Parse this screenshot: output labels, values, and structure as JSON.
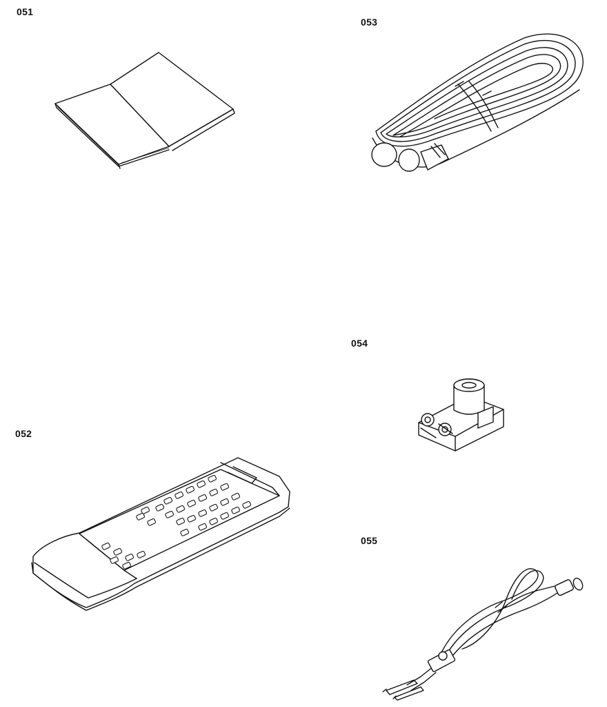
{
  "parts": [
    {
      "id": "051",
      "label": "051",
      "icon": "booklet-icon"
    },
    {
      "id": "052",
      "label": "052",
      "icon": "remote-control-icon"
    },
    {
      "id": "053",
      "label": "053",
      "icon": "speaker-cable-coil-icon"
    },
    {
      "id": "054",
      "label": "054",
      "icon": "antenna-adapter-icon"
    },
    {
      "id": "055",
      "label": "055",
      "icon": "fm-antenna-wire-icon"
    }
  ]
}
